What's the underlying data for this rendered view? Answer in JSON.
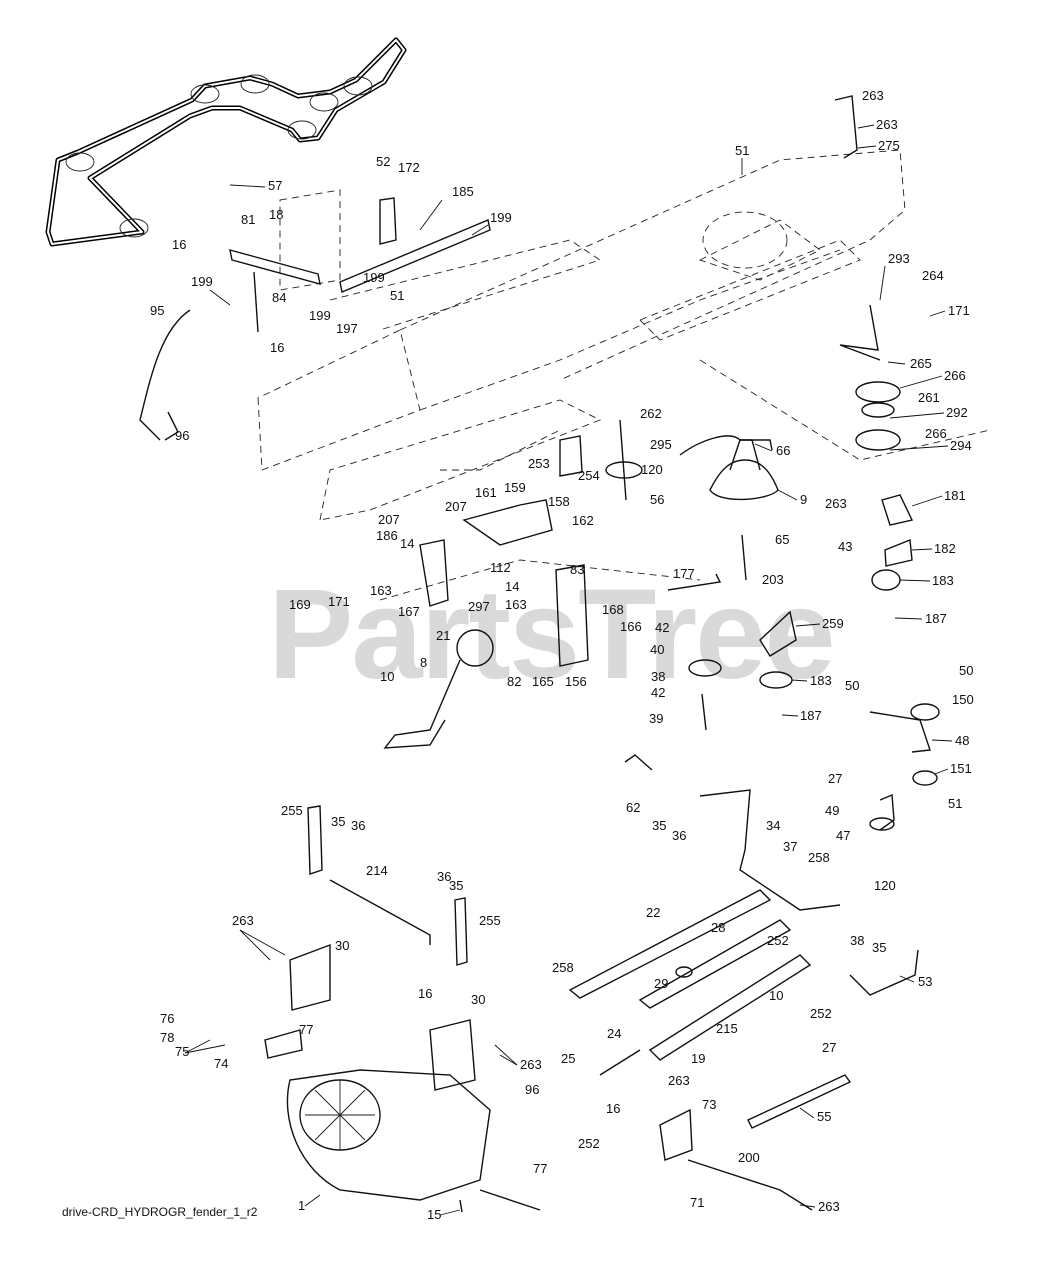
{
  "watermark": "PartsTree",
  "caption": "drive-CRD_HYDROGR_fender_1_r2",
  "callouts": [
    {
      "id": "c1",
      "text": "263"
    },
    {
      "id": "c2",
      "text": "263"
    },
    {
      "id": "c3",
      "text": "275"
    },
    {
      "id": "c4",
      "text": "51"
    },
    {
      "id": "c5",
      "text": "52"
    },
    {
      "id": "c6",
      "text": "172"
    },
    {
      "id": "c7",
      "text": "185"
    },
    {
      "id": "c8",
      "text": "57"
    },
    {
      "id": "c9",
      "text": "81"
    },
    {
      "id": "c10",
      "text": "18"
    },
    {
      "id": "c11",
      "text": "199"
    },
    {
      "id": "c12",
      "text": "16"
    },
    {
      "id": "c13",
      "text": "199"
    },
    {
      "id": "c14",
      "text": "51"
    },
    {
      "id": "c15",
      "text": "199"
    },
    {
      "id": "c16",
      "text": "84"
    },
    {
      "id": "c17",
      "text": "199"
    },
    {
      "id": "c18",
      "text": "197"
    },
    {
      "id": "c19",
      "text": "16"
    },
    {
      "id": "c20",
      "text": "95"
    },
    {
      "id": "c21",
      "text": "96"
    },
    {
      "id": "c22",
      "text": "293"
    },
    {
      "id": "c23",
      "text": "264"
    },
    {
      "id": "c24",
      "text": "171"
    },
    {
      "id": "c25",
      "text": "265"
    },
    {
      "id": "c26",
      "text": "266"
    },
    {
      "id": "c27",
      "text": "261"
    },
    {
      "id": "c28",
      "text": "292"
    },
    {
      "id": "c29",
      "text": "266"
    },
    {
      "id": "c30",
      "text": "294"
    },
    {
      "id": "c31",
      "text": "262"
    },
    {
      "id": "c32",
      "text": "295"
    },
    {
      "id": "c33",
      "text": "120"
    },
    {
      "id": "c34",
      "text": "253"
    },
    {
      "id": "c35",
      "text": "254"
    },
    {
      "id": "c36",
      "text": "56"
    },
    {
      "id": "c37",
      "text": "66"
    },
    {
      "id": "c38",
      "text": "9"
    },
    {
      "id": "c39",
      "text": "263"
    },
    {
      "id": "c40",
      "text": "181"
    },
    {
      "id": "c41",
      "text": "161"
    },
    {
      "id": "c42",
      "text": "159"
    },
    {
      "id": "c43",
      "text": "158"
    },
    {
      "id": "c44",
      "text": "207"
    },
    {
      "id": "c45",
      "text": "207"
    },
    {
      "id": "c46",
      "text": "162"
    },
    {
      "id": "c47",
      "text": "65"
    },
    {
      "id": "c48",
      "text": "43"
    },
    {
      "id": "c49",
      "text": "182"
    },
    {
      "id": "c50",
      "text": "186"
    },
    {
      "id": "c51",
      "text": "14"
    },
    {
      "id": "c52",
      "text": "112"
    },
    {
      "id": "c53",
      "text": "14"
    },
    {
      "id": "c54",
      "text": "83"
    },
    {
      "id": "c55",
      "text": "163"
    },
    {
      "id": "c56",
      "text": "163"
    },
    {
      "id": "c57",
      "text": "177"
    },
    {
      "id": "c58",
      "text": "203"
    },
    {
      "id": "c59",
      "text": "183"
    },
    {
      "id": "c60",
      "text": "169"
    },
    {
      "id": "c61",
      "text": "171"
    },
    {
      "id": "c62",
      "text": "167"
    },
    {
      "id": "c63",
      "text": "297"
    },
    {
      "id": "c64",
      "text": "168"
    },
    {
      "id": "c65",
      "text": "187"
    },
    {
      "id": "c66",
      "text": "166"
    },
    {
      "id": "c67",
      "text": "259"
    },
    {
      "id": "c68",
      "text": "42"
    },
    {
      "id": "c69",
      "text": "21"
    },
    {
      "id": "c70",
      "text": "40"
    },
    {
      "id": "c71",
      "text": "82"
    },
    {
      "id": "c72",
      "text": "165"
    },
    {
      "id": "c73",
      "text": "156"
    },
    {
      "id": "c74",
      "text": "8"
    },
    {
      "id": "c75",
      "text": "38"
    },
    {
      "id": "c76",
      "text": "183"
    },
    {
      "id": "c77",
      "text": "50"
    },
    {
      "id": "c78",
      "text": "50"
    },
    {
      "id": "c79",
      "text": "10"
    },
    {
      "id": "c80",
      "text": "42"
    },
    {
      "id": "c81",
      "text": "150"
    },
    {
      "id": "c82",
      "text": "39"
    },
    {
      "id": "c83",
      "text": "187"
    },
    {
      "id": "c84",
      "text": "48"
    },
    {
      "id": "c85",
      "text": "27"
    },
    {
      "id": "c86",
      "text": "151"
    },
    {
      "id": "c87",
      "text": "62"
    },
    {
      "id": "c88",
      "text": "35"
    },
    {
      "id": "c89",
      "text": "36"
    },
    {
      "id": "c90",
      "text": "51"
    },
    {
      "id": "c91",
      "text": "49"
    },
    {
      "id": "c92",
      "text": "34"
    },
    {
      "id": "c93",
      "text": "47"
    },
    {
      "id": "c94",
      "text": "255"
    },
    {
      "id": "c95",
      "text": "35"
    },
    {
      "id": "c96",
      "text": "36"
    },
    {
      "id": "c97",
      "text": "37"
    },
    {
      "id": "c98",
      "text": "258"
    },
    {
      "id": "c99",
      "text": "214"
    },
    {
      "id": "c100",
      "text": "120"
    },
    {
      "id": "c101",
      "text": "36"
    },
    {
      "id": "c102",
      "text": "35"
    },
    {
      "id": "c103",
      "text": "22"
    },
    {
      "id": "c104",
      "text": "38"
    },
    {
      "id": "c105",
      "text": "35"
    },
    {
      "id": "c106",
      "text": "255"
    },
    {
      "id": "c107",
      "text": "263"
    },
    {
      "id": "c108",
      "text": "28"
    },
    {
      "id": "c109",
      "text": "30"
    },
    {
      "id": "c110",
      "text": "252"
    },
    {
      "id": "c111",
      "text": "53"
    },
    {
      "id": "c112",
      "text": "258"
    },
    {
      "id": "c113",
      "text": "10"
    },
    {
      "id": "c114",
      "text": "16"
    },
    {
      "id": "c115",
      "text": "30"
    },
    {
      "id": "c116",
      "text": "29"
    },
    {
      "id": "c117",
      "text": "252"
    },
    {
      "id": "c118",
      "text": "76"
    },
    {
      "id": "c119",
      "text": "77"
    },
    {
      "id": "c120",
      "text": "215"
    },
    {
      "id": "c121",
      "text": "27"
    },
    {
      "id": "c122",
      "text": "78"
    },
    {
      "id": "c123",
      "text": "75"
    },
    {
      "id": "c124",
      "text": "263"
    },
    {
      "id": "c125",
      "text": "24"
    },
    {
      "id": "c126",
      "text": "19"
    },
    {
      "id": "c127",
      "text": "74"
    },
    {
      "id": "c128",
      "text": "25"
    },
    {
      "id": "c129",
      "text": "263"
    },
    {
      "id": "c130",
      "text": "96"
    },
    {
      "id": "c131",
      "text": "73"
    },
    {
      "id": "c132",
      "text": "16"
    },
    {
      "id": "c133",
      "text": "55"
    },
    {
      "id": "c134",
      "text": "252"
    },
    {
      "id": "c135",
      "text": "77"
    },
    {
      "id": "c136",
      "text": "200"
    },
    {
      "id": "c137",
      "text": "1"
    },
    {
      "id": "c138",
      "text": "15"
    },
    {
      "id": "c139",
      "text": "71"
    },
    {
      "id": "c140",
      "text": "263"
    }
  ]
}
